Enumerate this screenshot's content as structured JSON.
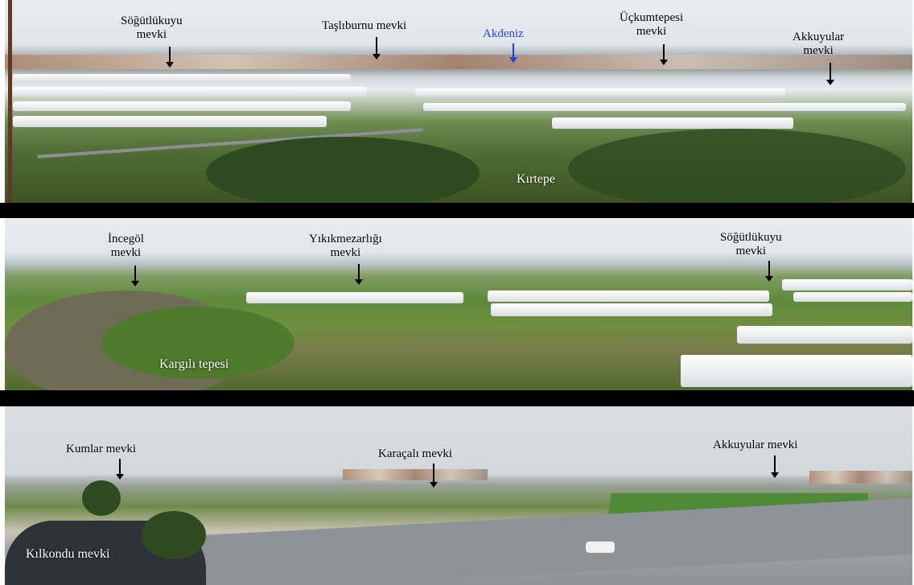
{
  "panel_top": {
    "labels": [
      {
        "line1": "Söğütlükuyu",
        "line2": "mevki",
        "color": "#000000"
      },
      {
        "line1": "Taşlıburnu mevki",
        "line2": "",
        "color": "#000000"
      },
      {
        "line1": "Akdeniz",
        "line2": "",
        "color": "#1f3fd6"
      },
      {
        "line1": "Üçkumtepesi",
        "line2": "mevki",
        "color": "#000000"
      },
      {
        "line1": "Akkuyular",
        "line2": "mevki",
        "color": "#000000"
      }
    ],
    "place": "Kırtepe"
  },
  "panel_middle": {
    "labels": [
      {
        "line1": "İncegöl",
        "line2": "mevki"
      },
      {
        "line1": "Yıkıkmezarlığı",
        "line2": "mevki"
      },
      {
        "line1": "Söğütlükuyu",
        "line2": "mevki"
      }
    ],
    "place": "Kargılı tepesi"
  },
  "panel_bottom": {
    "labels": [
      {
        "line1": "Kumlar mevki"
      },
      {
        "line1": "Karaçalı mevki"
      },
      {
        "line1": "Akkuyular mevki"
      }
    ],
    "place": "Kılkondu mevki"
  }
}
